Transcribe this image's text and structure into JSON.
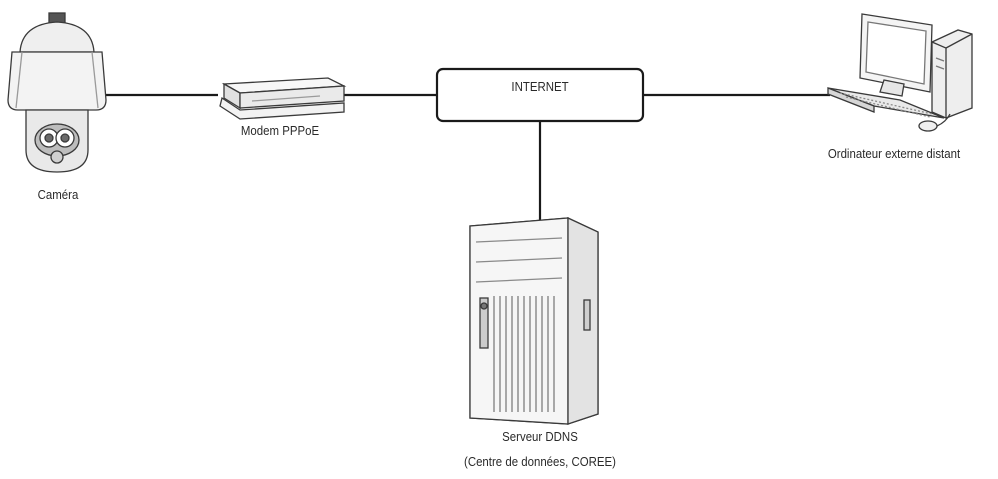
{
  "diagram": {
    "nodes": {
      "camera": {
        "label": "Caméra"
      },
      "modem": {
        "label": "Modem PPPoE"
      },
      "internet": {
        "label": "INTERNET"
      },
      "computer": {
        "label": "Ordinateur externe distant"
      },
      "server": {
        "label": "Serveur DDNS",
        "sublabel": "(Centre de données, COREE)"
      }
    },
    "connections": [
      {
        "from": "camera",
        "to": "modem"
      },
      {
        "from": "modem",
        "to": "internet"
      },
      {
        "from": "internet",
        "to": "computer"
      },
      {
        "from": "internet",
        "to": "server"
      }
    ],
    "colors": {
      "line": "#1a1a1a",
      "device_fill": "#f2f2f2",
      "device_stroke": "#3a3a3a"
    }
  }
}
